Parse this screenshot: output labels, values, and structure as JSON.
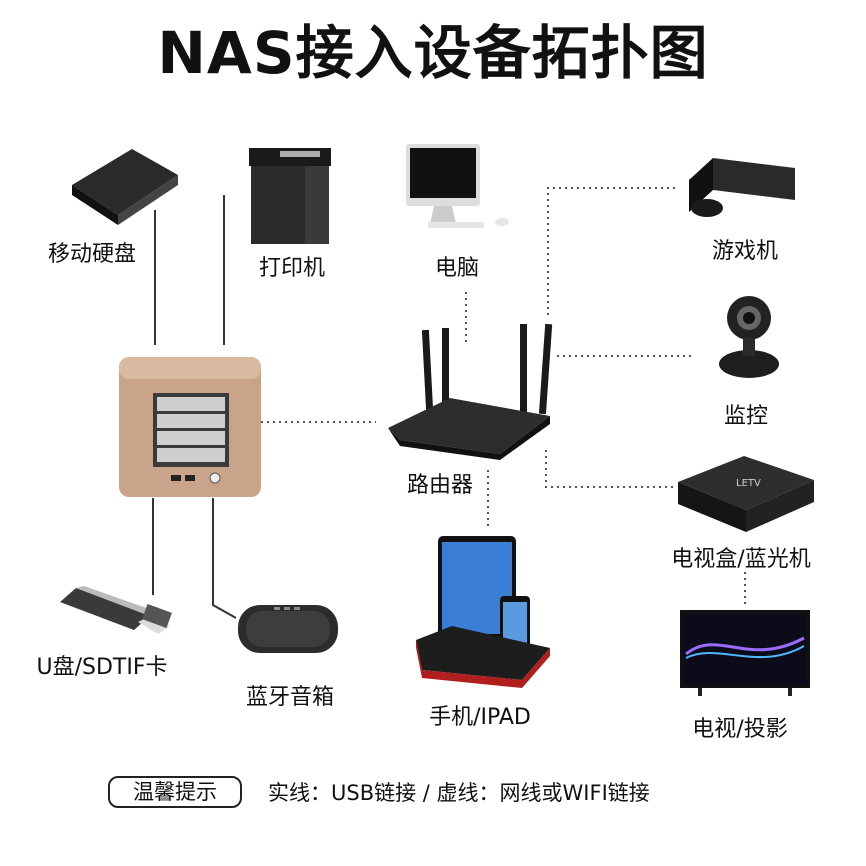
{
  "title": "NAS接入设备拓扑图",
  "devices": {
    "hdd": "移动硬盘",
    "printer": "打印机",
    "computer": "电脑",
    "console": "游戏机",
    "camera": "监控",
    "router": "路由器",
    "tvbox": "电视盒/蓝光机",
    "tv": "电视/投影",
    "usb": "U盘/SDTIF卡",
    "speaker": "蓝牙音箱",
    "phone": "手机/IPAD"
  },
  "legend": {
    "tip": "温馨提示",
    "text": "实线：USB链接 / 虚线：网线或WIFI链接"
  },
  "colors": {
    "nas_body": "#c9a48a",
    "solid_line": "#333333",
    "dotted_line": "#555555"
  }
}
